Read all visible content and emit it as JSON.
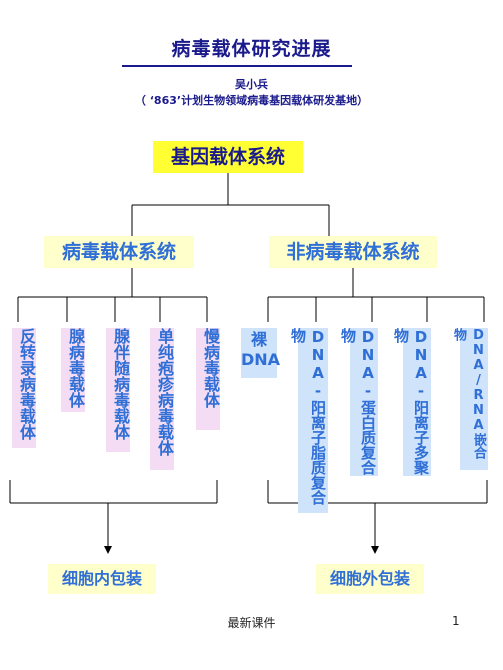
{
  "header": {
    "title": "病毒载体研究进展",
    "author": "吴小兵",
    "affiliation": "（ ‘863’计划生物领域病毒基因载体研发基地）"
  },
  "diagram": {
    "root": "基因载体系统",
    "viral": {
      "label": "病毒载体系统",
      "items": [
        "反转录病毒载体",
        "腺病毒载体",
        "腺伴随病毒载体",
        "单纯疱疹病毒载体",
        "慢病毒载体"
      ]
    },
    "nonviral": {
      "label": "非病毒载体系统",
      "items": [
        "裸DNA",
        "DNA-阳离子脂质复合物",
        "DNA-蛋白质复合物",
        "DNA-阳离子多聚物",
        "DNA/RNA嵌合物"
      ]
    },
    "outputs": {
      "intracellular": "细胞内包装",
      "extracellular": "细胞外包装"
    }
  },
  "footer": {
    "courseware": "最新课件",
    "page": "1"
  },
  "colors": {
    "title": "#1a1a8c",
    "accent_blue": "#2f6fd6",
    "root_bg": "#ffff33",
    "label_bg": "#ffffcc",
    "viral_item_bg": "#f4dcf4",
    "nonviral_item_bg": "#cfe3fb"
  }
}
